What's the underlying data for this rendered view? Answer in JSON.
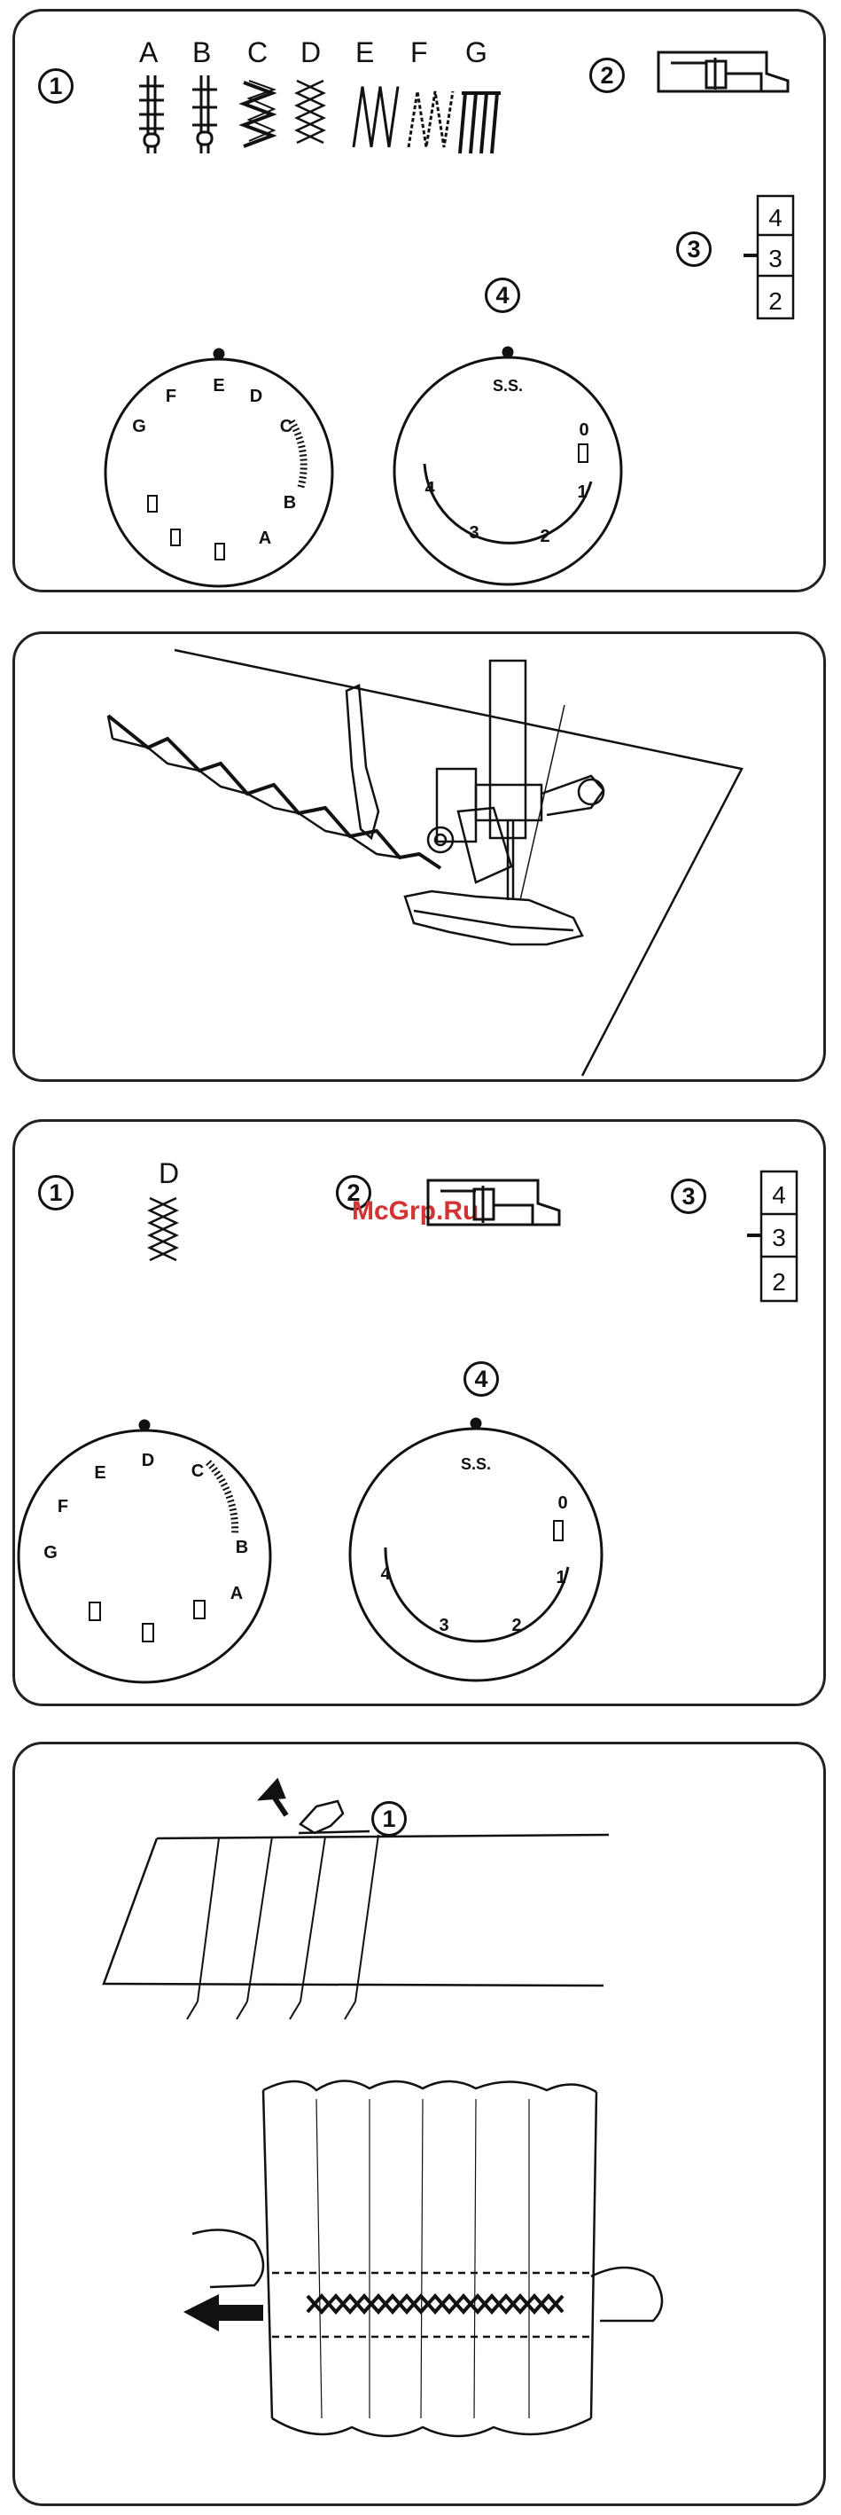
{
  "panel1": {
    "callouts": [
      "1",
      "2",
      "3",
      "4"
    ],
    "stitch_letters": [
      "A",
      "B",
      "C",
      "D",
      "E",
      "F",
      "G"
    ],
    "pattern_dial": [
      "A",
      "B",
      "C",
      "D",
      "E",
      "F",
      "G"
    ],
    "length_dial": [
      "S.S.",
      "0",
      "1",
      "2",
      "3",
      "4"
    ],
    "tension_scale": [
      "4",
      "3",
      "2"
    ]
  },
  "panel3": {
    "callouts": [
      "1",
      "2",
      "3",
      "4"
    ],
    "stitch_letter": "D",
    "watermark": "McGrp.Ru",
    "pattern_dial": [
      "A",
      "B",
      "C",
      "D",
      "E",
      "F",
      "G"
    ],
    "length_dial": [
      "S.S.",
      "0",
      "1",
      "2",
      "3",
      "4"
    ],
    "tension_scale": [
      "4",
      "3",
      "2"
    ]
  },
  "panel4": {
    "callout": "1"
  }
}
